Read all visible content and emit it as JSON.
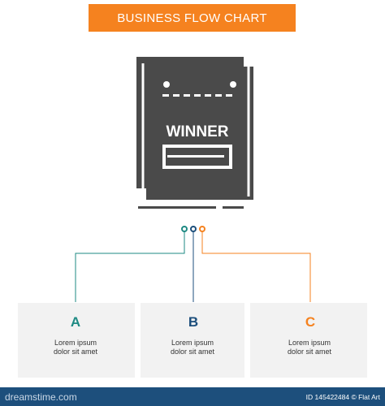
{
  "header": {
    "title": "BUSINESS FLOW CHART"
  },
  "icon": {
    "text": "WINNER",
    "name": "winner-document-icon"
  },
  "steps": [
    {
      "letter": "A",
      "line1": "Lorem ipsum",
      "line2": "dolor sit amet",
      "color": "#1e8a83"
    },
    {
      "letter": "B",
      "line1": "Lorem ipsum",
      "line2": "dolor sit amet",
      "color": "#1d4f7c"
    },
    {
      "letter": "C",
      "line1": "Lorem ipsum",
      "line2": "dolor sit amet",
      "color": "#f5821f"
    }
  ],
  "footer": {
    "watermark": "dreamstime.com",
    "id_text": "ID 145422484 © Flat Art"
  },
  "colors": {
    "banner": "#f5821f",
    "icon": "#4a4a4a",
    "footer": "#1d4f7c"
  }
}
